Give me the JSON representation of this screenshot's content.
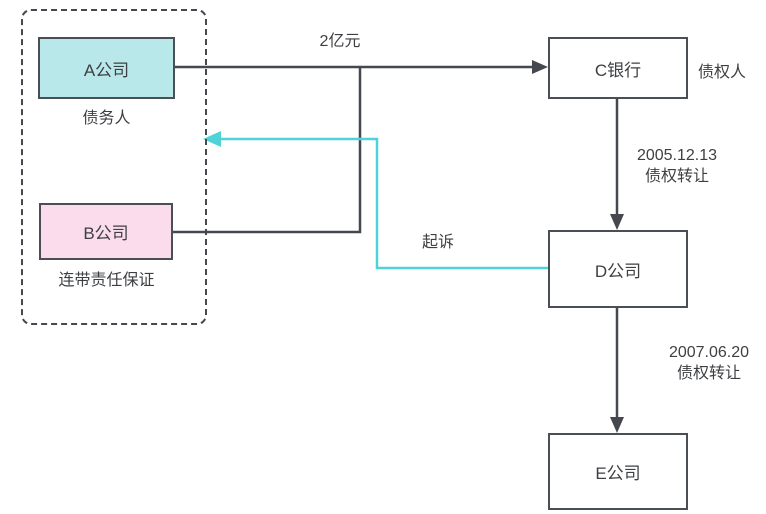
{
  "colors": {
    "canvas_bg": "#ffffff",
    "line_color": "#45484f",
    "box_border": "#4a4e55",
    "accent_color": "#4fd2d8",
    "node_a_fill": "#b9e8ea",
    "node_b_fill": "#fbdcec",
    "node_default_fill": "#ffffff",
    "text_color": "#3d3f42"
  },
  "nodes": {
    "a": {
      "label": "A公司",
      "caption": "债务人"
    },
    "b": {
      "label": "B公司",
      "caption": "连带责任保证"
    },
    "c": {
      "label": "C银行",
      "side_caption": "债权人"
    },
    "d": {
      "label": "D公司"
    },
    "e": {
      "label": "E公司"
    }
  },
  "edges": {
    "loan": {
      "label": "2亿元",
      "from": "A公司",
      "to": "C银行",
      "style": "dark-arrow"
    },
    "guarantee": {
      "from": "B公司",
      "to": "C银行",
      "style": "dark-line-joins-loan-arrow"
    },
    "transfer1": {
      "lines": [
        "2005.12.13",
        "债权转让"
      ],
      "from": "C银行",
      "to": "D公司",
      "style": "dark-arrow"
    },
    "transfer2": {
      "lines": [
        "2007.06.20",
        "债权转让"
      ],
      "from": "D公司",
      "to": "E公司",
      "style": "dark-arrow"
    },
    "lawsuit": {
      "label": "起诉",
      "from": "D公司",
      "to": "债务人/保证人虚线框",
      "style": "accent-arrow"
    }
  }
}
